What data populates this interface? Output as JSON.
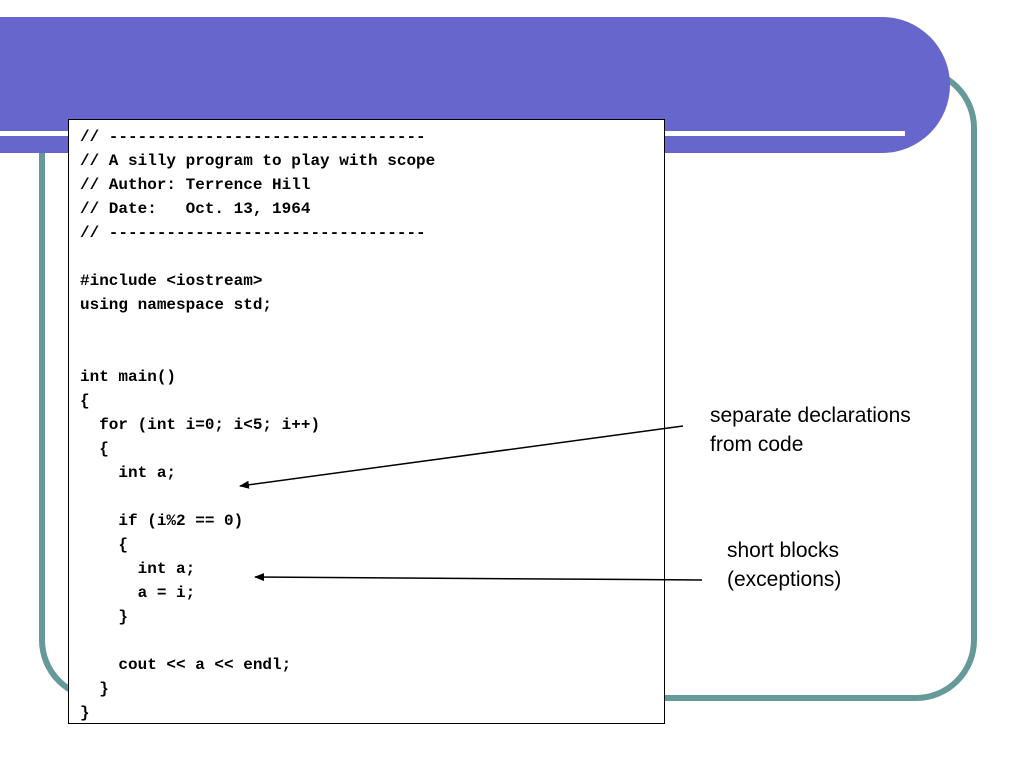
{
  "slide": {
    "code_lines": [
      "// ---------------------------------",
      "// A silly program to play with scope",
      "// Author: Terrence Hill",
      "// Date:   Oct. 13, 1964",
      "// ---------------------------------",
      "",
      "#include <iostream>",
      "using namespace std;",
      "",
      "",
      "int main()",
      "{",
      "  for (int i=0; i<5; i++)",
      "  {",
      "    int a;",
      "",
      "    if (i%2 == 0)",
      "    {",
      "      int a;",
      "      a = i;",
      "    }",
      "",
      "    cout << a << endl;",
      "  }",
      "}"
    ],
    "annotations": [
      {
        "line1": "separate declarations",
        "line2": "from code"
      },
      {
        "line1": "short blocks",
        "line2": "(exceptions)"
      }
    ]
  },
  "theme": {
    "accent": "#6666cc",
    "frame": "#669999"
  }
}
